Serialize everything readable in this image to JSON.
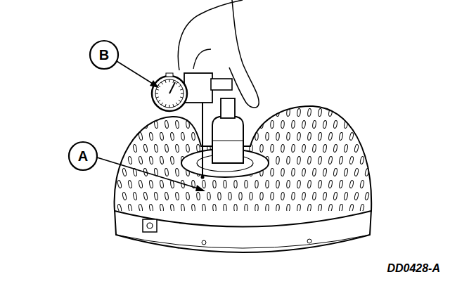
{
  "diagram": {
    "labels": [
      "A",
      "B",
      "DD0428-A"
    ]
  }
}
